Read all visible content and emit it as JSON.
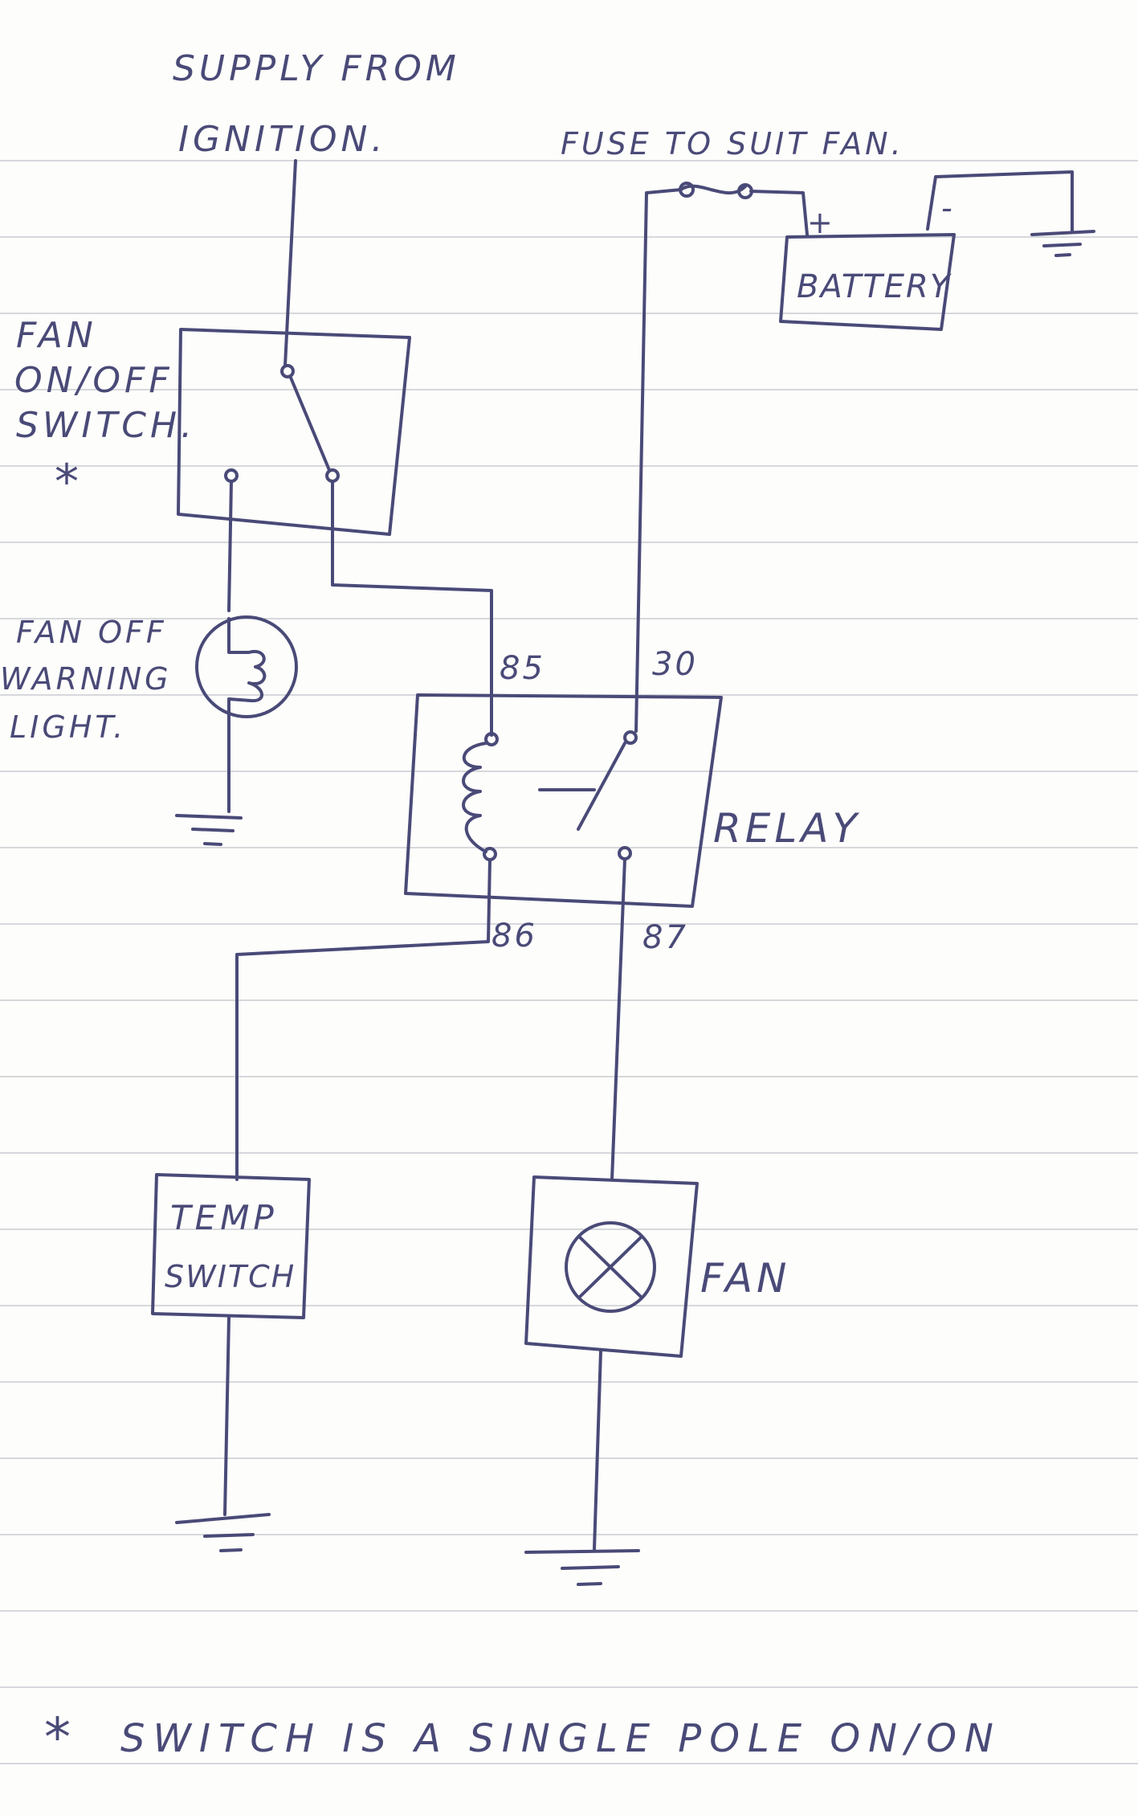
{
  "labels": {
    "supply_line1": "SUPPLY FROM",
    "supply_line2": "IGNITION.",
    "fuse": "FUSE TO SUIT FAN.",
    "battery": "BATTERY",
    "battery_plus": "+",
    "battery_minus": "-",
    "switch_line1": "FAN",
    "switch_line2": "ON/OFF",
    "switch_line3": "SWITCH.",
    "switch_star": "*",
    "warning_line1": "FAN OFF",
    "warning_line2": "WARNING",
    "warning_line3": "LIGHT.",
    "relay": "RELAY",
    "pin_85": "85",
    "pin_30": "30",
    "pin_86": "86",
    "pin_87": "87",
    "temp_line1": "TEMP",
    "temp_line2": "SWITCH",
    "fan": "FAN",
    "footnote_star": "*",
    "footnote": "SWITCH IS A SINGLE POLE ON/ON"
  },
  "colors": {
    "ink": "#4a4a78",
    "paper": "#fdfdfb",
    "rule": "#c9ccd2"
  }
}
